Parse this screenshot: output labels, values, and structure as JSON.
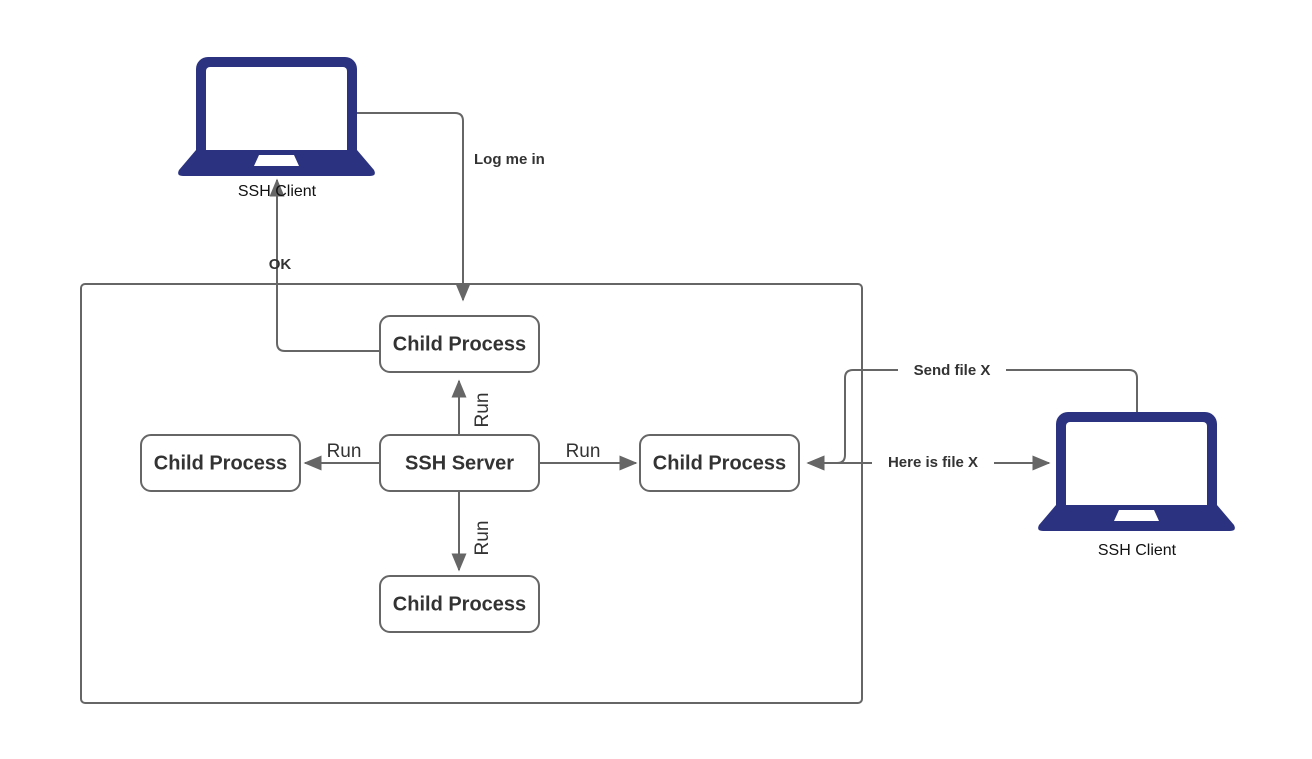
{
  "diagram": {
    "title": "SSH Server Child Process Architecture",
    "colors": {
      "laptop": "#2b3380",
      "stroke": "#666666",
      "text": "#333333",
      "background": "#ffffff"
    },
    "container": {
      "name": "ssh-server-host-boundary"
    },
    "nodes": [
      {
        "id": "child-top",
        "label": "Child Process"
      },
      {
        "id": "child-left",
        "label": "Child Process"
      },
      {
        "id": "ssh-server",
        "label": "SSH Server"
      },
      {
        "id": "child-right",
        "label": "Child Process"
      },
      {
        "id": "child-bottom",
        "label": "Child Process"
      }
    ],
    "devices": [
      {
        "id": "client-top",
        "caption": "SSH Client",
        "icon": "laptop-icon"
      },
      {
        "id": "client-right",
        "caption": "SSH Client",
        "icon": "laptop-icon"
      }
    ],
    "edges": [
      {
        "id": "login",
        "label": "Log me in",
        "from": "client-top",
        "to": "child-top",
        "style": "bold"
      },
      {
        "id": "ok",
        "label": "OK",
        "from": "child-top",
        "to": "client-top",
        "style": "bold"
      },
      {
        "id": "run-up",
        "label": "Run",
        "from": "ssh-server",
        "to": "child-top",
        "style": "plain-rotated"
      },
      {
        "id": "run-left",
        "label": "Run",
        "from": "ssh-server",
        "to": "child-left",
        "style": "plain"
      },
      {
        "id": "run-right",
        "label": "Run",
        "from": "ssh-server",
        "to": "child-right",
        "style": "plain"
      },
      {
        "id": "run-down",
        "label": "Run",
        "from": "ssh-server",
        "to": "child-bottom",
        "style": "plain-rotated"
      },
      {
        "id": "send-file",
        "label": "Send file X",
        "from": "client-right",
        "to": "child-right",
        "style": "bold"
      },
      {
        "id": "here-is-file",
        "label": "Here is file X",
        "from": "child-right",
        "to": "client-right",
        "style": "bold"
      }
    ]
  }
}
